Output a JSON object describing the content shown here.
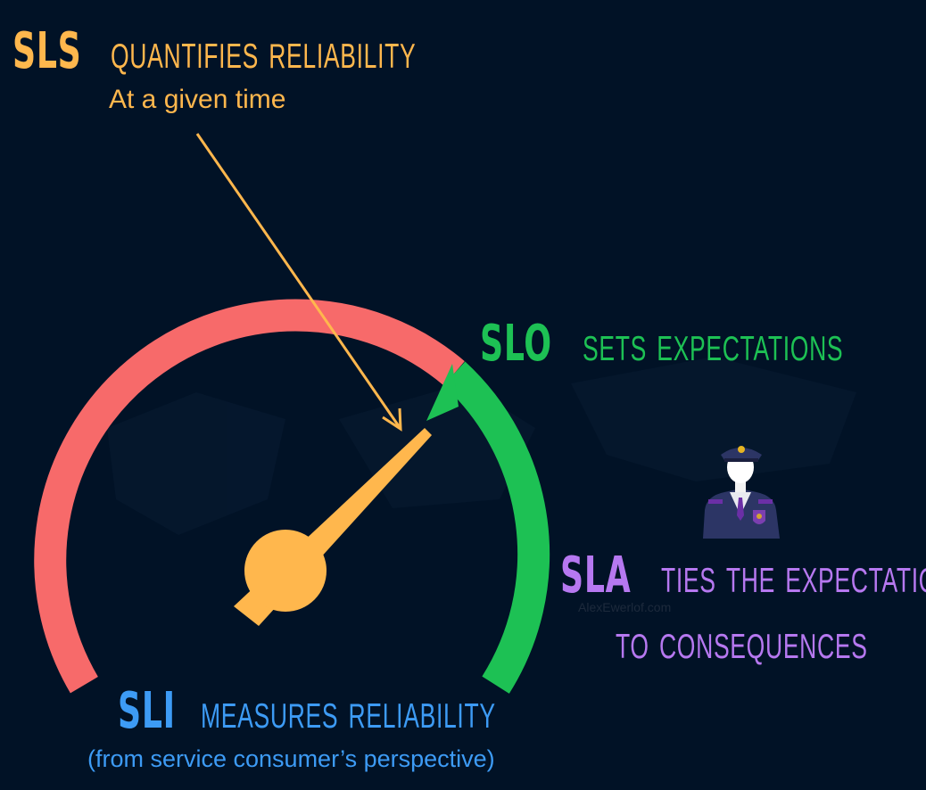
{
  "colors": {
    "background": "#011226",
    "gauge_red": "#F76A6A",
    "gauge_green": "#1DC154",
    "needle": "#FFB74D",
    "sls": "#FFB74D",
    "slo": "#1DC154",
    "sla": "#B678F0",
    "sli": "#3D9BF5"
  },
  "sls": {
    "abbr": "SLS",
    "rest": "quantifies reliability",
    "subtitle": "At a given time"
  },
  "slo": {
    "abbr": "SLO",
    "rest": "Sets expectations"
  },
  "sla": {
    "abbr": "SLA",
    "rest_line1": "ties the expectation",
    "rest_line2": "to consequences"
  },
  "sli": {
    "abbr": "SLI",
    "rest": "measures reliability",
    "subtitle": "(from service consumer’s perspective)"
  },
  "watermark": "AlexEwerlof.com",
  "icons": {
    "officer": "police-officer-icon",
    "slo_marker": "triangle-marker-icon"
  }
}
